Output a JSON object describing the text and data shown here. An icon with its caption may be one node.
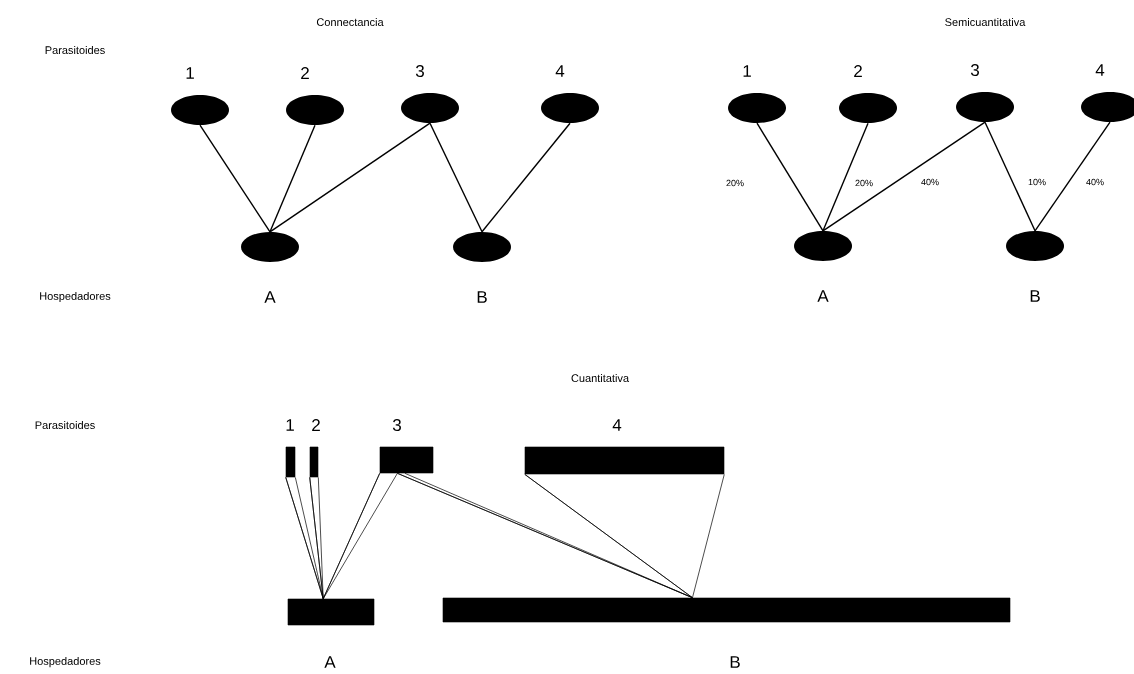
{
  "diagram": {
    "nodes": [
      {
        "text": [
          "1"
        ]
      },
      {
        "text": [
          "2"
        ]
      },
      {
        "text": [
          "3"
        ]
      },
      {
        "text": [
          "4"
        ]
      },
      {
        "text": [
          "A"
        ]
      },
      {
        "text": [
          "B"
        ]
      },
      {
        "text": [
          "1"
        ]
      },
      {
        "text": [
          "2"
        ]
      },
      {
        "text": [
          "3"
        ]
      },
      {
        "text": [
          "4"
        ]
      },
      {
        "text": [
          "A"
        ]
      },
      {
        "text": [
          "B"
        ]
      },
      {
        "text": [
          "1"
        ]
      },
      {
        "text": [
          "2"
        ]
      },
      {
        "text": [
          "3"
        ]
      },
      {
        "text": [
          "4"
        ]
      },
      {
        "text": [
          "A"
        ]
      },
      {
        "text": [
          "B"
        ]
      }
    ],
    "edges": [
      {
        "from": 0,
        "to": 4,
        "arrow": "none"
      },
      {
        "from": 1,
        "to": 4,
        "arrow": "none"
      },
      {
        "from": 2,
        "to": 4,
        "arrow": "none"
      },
      {
        "from": 2,
        "to": 5,
        "arrow": "none"
      },
      {
        "from": 3,
        "to": 5,
        "arrow": "none"
      },
      {
        "from": 6,
        "to": 10,
        "arrow": "none",
        "label": "20%"
      },
      {
        "from": 7,
        "to": 10,
        "arrow": "none",
        "label": "20%"
      },
      {
        "from": 8,
        "to": 10,
        "arrow": "none",
        "label": "40%"
      },
      {
        "from": 8,
        "to": 11,
        "arrow": "none",
        "label": "10%"
      },
      {
        "from": 9,
        "to": 11,
        "arrow": "none",
        "label": "40%"
      },
      {
        "from": 12,
        "to": 16,
        "arrow": "none"
      },
      {
        "from": 13,
        "to": 16,
        "arrow": "none"
      },
      {
        "from": 14,
        "to": 16,
        "arrow": "none"
      },
      {
        "from": 14,
        "to": 17,
        "arrow": "none"
      },
      {
        "from": 15,
        "to": 17,
        "arrow": "none"
      }
    ],
    "labels": [
      "Connectancia",
      "Semicuantitativa",
      "Parasitoides",
      "Hospedadores",
      "Cuantitativa",
      "Parasitoides",
      "Hospedadores"
    ]
  }
}
